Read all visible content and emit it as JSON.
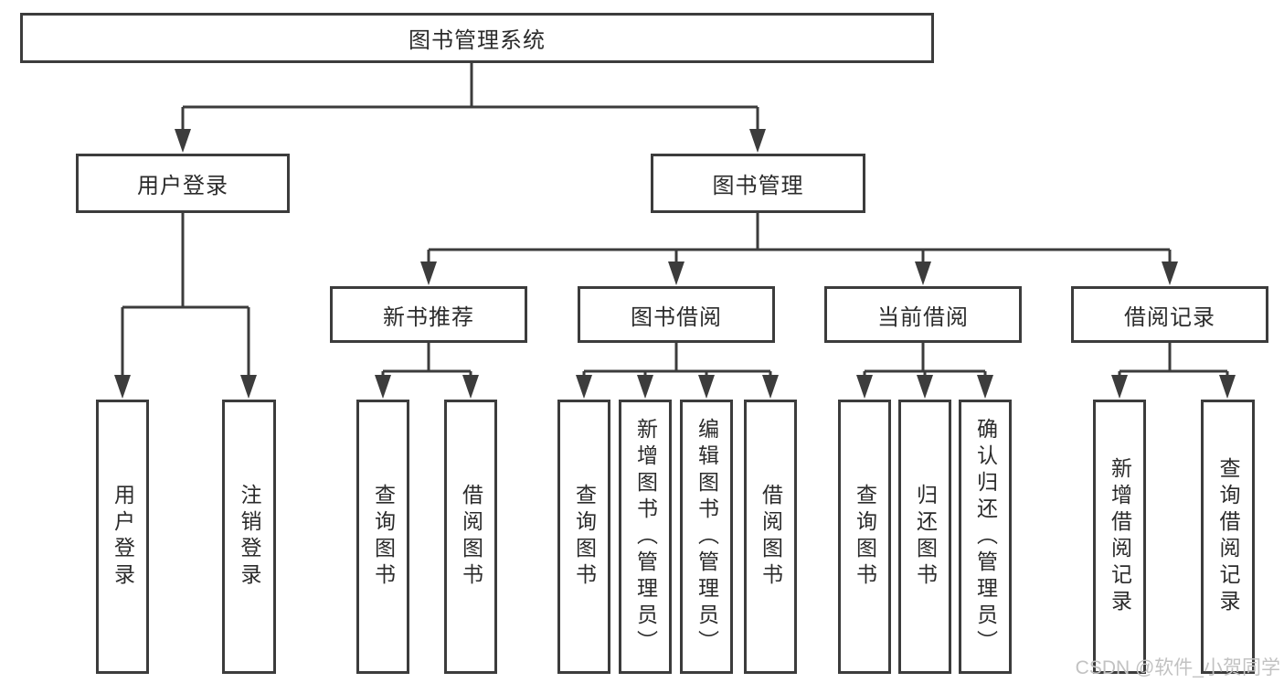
{
  "diagram": {
    "type": "hierarchy",
    "watermark": "CSDN @软件_小贺同学",
    "colors": {
      "line": "#3c3c3c",
      "box_border": "#3c3c3c",
      "text": "#2b2b2b",
      "background": "#ffffff",
      "watermark": "#c2c2c2"
    },
    "tree": {
      "label": "图书管理系统",
      "children": [
        {
          "label": "用户登录",
          "children": [
            {
              "label": "用户登录"
            },
            {
              "label": "注销登录"
            }
          ]
        },
        {
          "label": "图书管理",
          "children": [
            {
              "label": "新书推荐",
              "children": [
                {
                  "label": "查询图书"
                },
                {
                  "label": "借阅图书"
                }
              ]
            },
            {
              "label": "图书借阅",
              "children": [
                {
                  "label": "查询图书"
                },
                {
                  "label": "新增图书（管理员）"
                },
                {
                  "label": "编辑图书（管理员）"
                },
                {
                  "label": "借阅图书"
                }
              ]
            },
            {
              "label": "当前借阅",
              "children": [
                {
                  "label": "查询图书"
                },
                {
                  "label": "归还图书"
                },
                {
                  "label": "确认归还（管理员）"
                }
              ]
            },
            {
              "label": "借阅记录",
              "children": [
                {
                  "label": "新增借阅记录"
                },
                {
                  "label": "查询借阅记录"
                }
              ]
            }
          ]
        }
      ]
    }
  }
}
